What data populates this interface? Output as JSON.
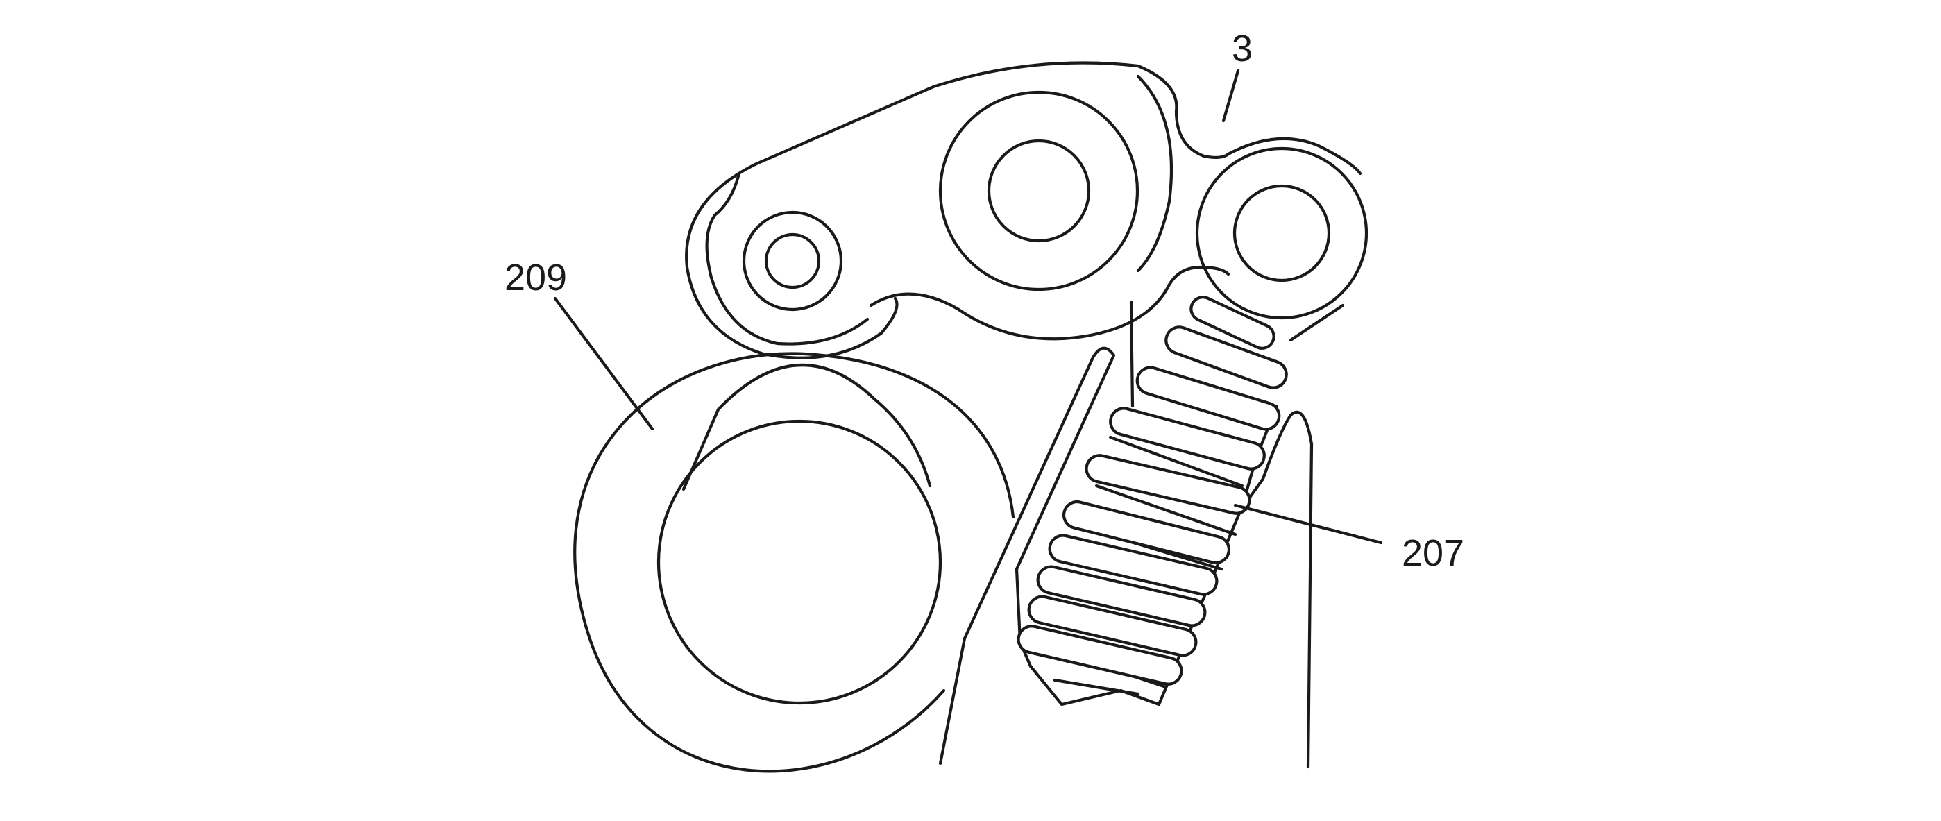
{
  "callouts": {
    "part_3": "3",
    "part_207": "207",
    "part_209": "209"
  },
  "colors": {
    "line": "#1a1a1a",
    "background": "#ffffff"
  }
}
